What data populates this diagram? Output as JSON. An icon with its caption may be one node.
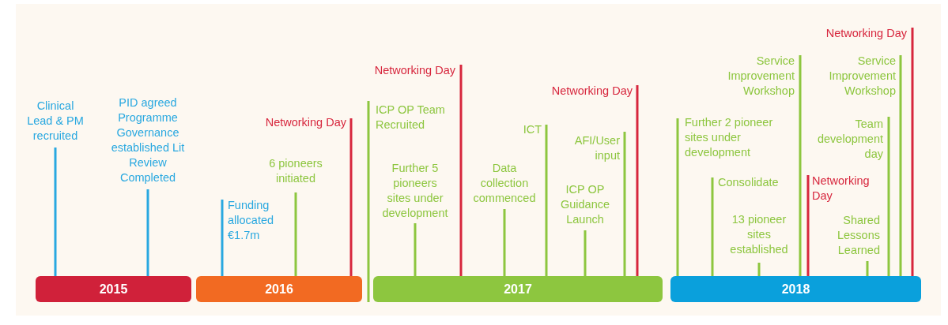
{
  "diagram": {
    "nodes": [
      {
        "text": [
          "Clinical Lead & PM recruited"
        ]
      },
      {
        "text": [
          "PID agreed Programme Governance established Lit Review Completed"
        ]
      },
      {
        "text": [
          "Funding allocated €1.7m"
        ]
      },
      {
        "text": [
          "6 pioneers initiated"
        ]
      },
      {
        "text": [
          "Networking Day"
        ]
      },
      {
        "text": [
          "Networking Day"
        ]
      },
      {
        "text": [
          "ICP OP Team Recruited"
        ]
      },
      {
        "text": [
          "Further 5 pioneers sites under development"
        ]
      },
      {
        "text": [
          "Data collection commenced"
        ]
      },
      {
        "text": [
          "ICT"
        ]
      },
      {
        "text": [
          "Networking Day"
        ]
      },
      {
        "text": [
          "AFI/User input"
        ]
      },
      {
        "text": [
          "ICP OP Guidance Launch"
        ]
      },
      {
        "text": [
          "Further 2 pioneer sites under development"
        ]
      },
      {
        "text": [
          "Consolidate"
        ]
      },
      {
        "text": [
          "13 pioneer sites established"
        ]
      },
      {
        "text": [
          "Service Improvement Workshop"
        ]
      },
      {
        "text": [
          "Networking Day"
        ]
      },
      {
        "text": [
          "Team development day"
        ]
      },
      {
        "text": [
          "Shared Lessons Learned"
        ]
      },
      {
        "text": [
          "Service Improvement Workshop"
        ]
      },
      {
        "text": [
          "Networking Day"
        ]
      },
      {
        "text": [
          "2015"
        ]
      },
      {
        "text": [
          "2016"
        ]
      },
      {
        "text": [
          "2017"
        ]
      },
      {
        "text": [
          "2018"
        ]
      }
    ],
    "edges": [
      {
        "from": 0,
        "to": 22,
        "arrow": "none",
        "color": "#29a8e0"
      },
      {
        "from": 1,
        "to": 22,
        "arrow": "none",
        "color": "#29a8e0"
      },
      {
        "from": 2,
        "to": 23,
        "arrow": "none",
        "color": "#29a8e0"
      },
      {
        "from": 3,
        "to": 23,
        "arrow": "none"
      },
      {
        "from": 4,
        "to": 23,
        "arrow": "none",
        "color": "#d7263d"
      },
      {
        "from": 5,
        "to": 24,
        "arrow": "none",
        "color": "#d7263d"
      },
      {
        "from": 6,
        "to": 24,
        "arrow": "none"
      },
      {
        "from": 7,
        "to": 24,
        "arrow": "none"
      },
      {
        "from": 8,
        "to": 24,
        "arrow": "none"
      },
      {
        "from": 9,
        "to": 24,
        "arrow": "none"
      },
      {
        "from": 10,
        "to": 24,
        "arrow": "none",
        "color": "#d7263d"
      },
      {
        "from": 11,
        "to": 24,
        "arrow": "none"
      },
      {
        "from": 12,
        "to": 24,
        "arrow": "none"
      },
      {
        "from": 13,
        "to": 25,
        "arrow": "none"
      },
      {
        "from": 14,
        "to": 25,
        "arrow": "none"
      },
      {
        "from": 15,
        "to": 25,
        "arrow": "none"
      },
      {
        "from": 16,
        "to": 25,
        "arrow": "none"
      },
      {
        "from": 17,
        "to": 25,
        "arrow": "none",
        "color": "#d7263d"
      },
      {
        "from": 18,
        "to": 25,
        "arrow": "none"
      },
      {
        "from": 19,
        "to": 25,
        "arrow": "none"
      },
      {
        "from": 20,
        "to": 25,
        "arrow": "none"
      },
      {
        "from": 21,
        "to": 25,
        "arrow": "none",
        "color": "#d7263d"
      }
    ]
  }
}
